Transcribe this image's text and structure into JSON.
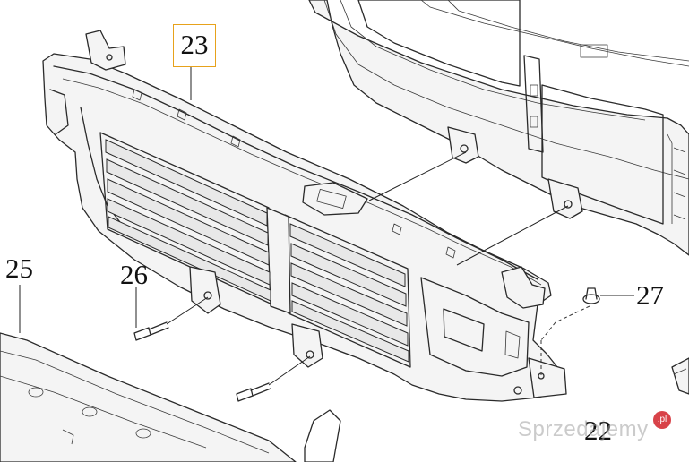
{
  "callouts": {
    "c23": "23",
    "c25": "25",
    "c26": "26",
    "c27": "27",
    "c22": "22"
  },
  "watermark": {
    "text": "Sprzedajemy",
    "badge": ".pl"
  },
  "colors": {
    "highlight_border": "#e7a21b",
    "line": "#2a2a2a",
    "badge": "#d2232a"
  }
}
